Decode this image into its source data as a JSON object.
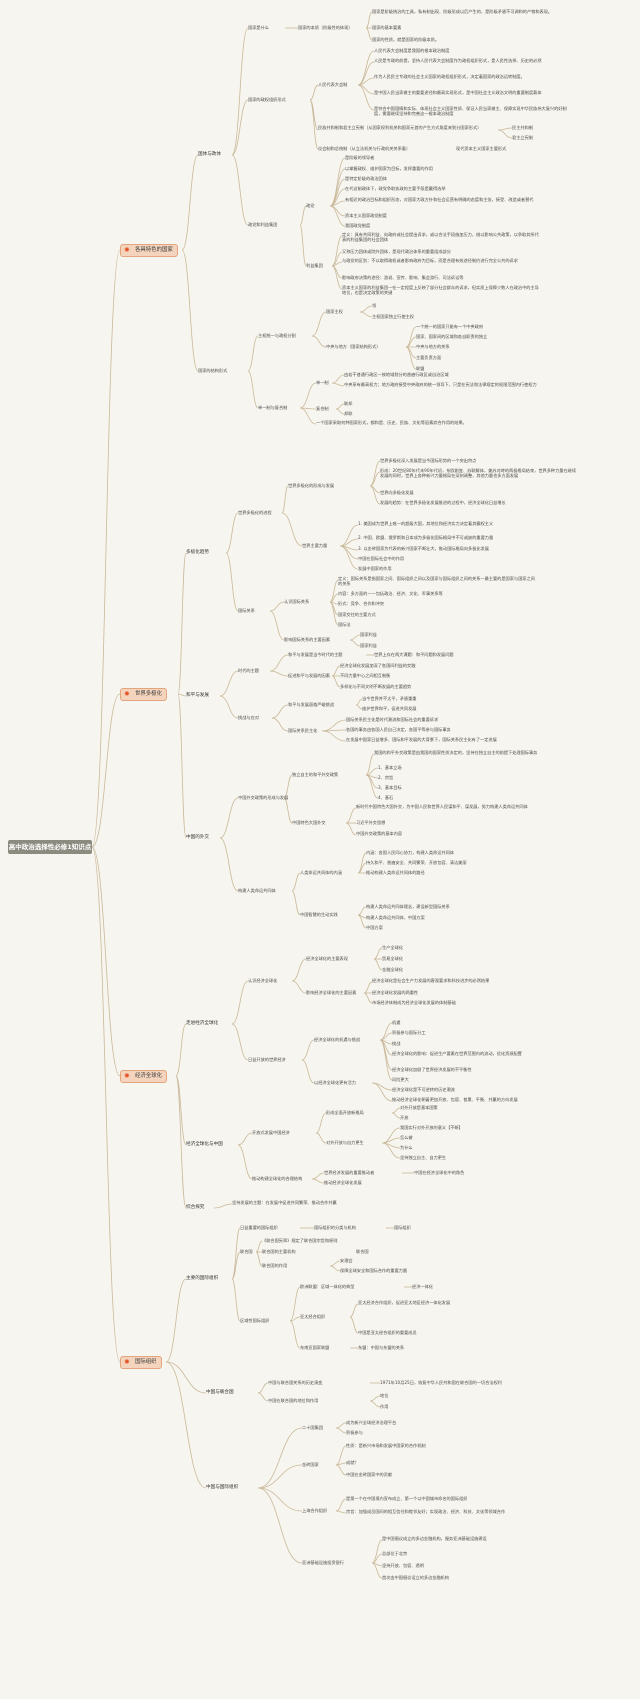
{
  "root": "高中政治选择性必修1知识点",
  "branch_icon": "star-icon",
  "colors": {
    "branch_fill": "#f4d4bd",
    "branch_border": "#e2a57d",
    "icon": "#e2572d",
    "edge": "#c9b99a",
    "root": "#8b8b80"
  },
  "branches": [
    "各具特色的国家",
    "世界多极化",
    "经济全球化",
    "国际组织"
  ],
  "s1": {
    "n1": "国体与政体",
    "n2": "国家是什么",
    "n3": "国家的本质（阶级性的体现）",
    "n4": "国家是阶级统治的工具，私有制出现、阶级形成以后产生的，是阶级矛盾不可调和的产物和表现。",
    "n5": "国家的基本要素",
    "n6": "国家的性质，就是国家的阶级本质。",
    "n7": "国家的政权组织形式",
    "n8": "人民代表大会制",
    "n9": "人民代表大会制度是我国的根本政治制度",
    "n10": "人民是专政的前提，坚持人民代表大会制度作为政权组织形式，是人民性选择、历史的必然",
    "n11": "作为人民民主专政的社会主义国家的政权组织形式，决定着国家的政治运转制度。",
    "n12": "是中国人民当家做主的重要途径和最高实现形式，是中国社会主义政治文明的重要制度载体",
    "n13": "是符合中国国情和实际、体现社会主义国家性质、保证人民当家做主、保障实现中华民族伟大复兴的好制度，需要继续坚持和完善这一根本政治制度",
    "n14": "民族共和制和君主立宪制（从国家权利机关和国家元首的产生方式角度来划分国家形式）",
    "n15": "民主共和制",
    "n16": "君主立宪制",
    "n17": "议会制和总统制（从立法机关与行政机关关系看）",
    "n18": "现代资本主义国家主要形式",
    "n19": "政党和利益集团",
    "n20": "政党",
    "n21": "是阶级的领导者",
    "n22": "以掌握政权、维护国家为目标，发挥重要的作用",
    "n23": "是特定阶级的政治团体",
    "n24": "在代议制政体下，政党争取执政的主要手段是赢得选举",
    "n25": "有相近的政治目标和组织形态，对国家大政方针和社会运营有明确的态度和主张，接受、改造或者替代",
    "n26": "资本主义国家政党制度",
    "n27": "我国政党制度",
    "n28": "利益集团",
    "n29": "定义：具有共同利益、向政府或社会提出诉求，或以合法手段施加压力，借以影响公共政策，以争取其所代表的利益集团的社会团体",
    "n30": "又称压力团体或院外团体，是现代政治体系的重要组成部分",
    "n31": "与政党的区别：不以取得政权或者影响政府为目标，而是合理有效途径制约进行完全公共的诉求",
    "n32": "影响政府决策的途径：游说、宣传、影响、集会游行、司法诉讼等",
    "n33": "资本主义国家的利益集团一在一定程度上反映了部分社会群众的诉求，但实质上保障少数人在政治中的主导地位，也是决定政策的关键",
    "n34": "国家的结构形式",
    "n35": "主权统一与政权分割",
    "n36": "国家主权",
    "n37": "领",
    "n38": "主权国家独立行使主权",
    "n39": "中央与地方（国家结构形式）",
    "n40": "一个统一的国家只能有一个中央政府",
    "n41": "国家、国家间的区域和各自职责的独立",
    "n42": "中央与地方的关系",
    "n43": "主要负责方面",
    "n44": "联盟",
    "n45": "单一制与复合制",
    "n46": "单一制",
    "n47": "由若干普通行政区一按地域划分的普遍行政区或自治区域",
    "n48": "中央享有最高权力；地方政府接受中央政府的统一领导下，只是在宪法和法律规定的权限范围内行使权力",
    "n49": "复合制",
    "n50": "联邦",
    "n51": "邦联",
    "n52": "一个国家采取何种国家形式，都和是、历史、民族、文化等因素综合作用的结果。"
  },
  "s2": {
    "a1": "多极化趋势",
    "a2": "世界多极化的进程",
    "a3": "世界多极化的形成与发展",
    "a4": "世界多极化深入发展是当今国际形势的一个突出特点",
    "a5": "形成：20世纪80年代末90年代初，东欧剧变、苏联解体，美苏对峙的两极格局结束，世界多种力量在继续发展的同时，世界上各种新兴力量格局在深刻调整，其他力量也多方面发展",
    "a6": "世界向多极化发展",
    "a7": "发展的趋势：在世界多极化发展推进的过程中，经济全球化日益增长",
    "a8": "世界主要力量",
    "a9": "1. 美国成为世界上唯一的超级大国，其地位和经济实力决定着其霸权主义",
    "a10": "2. 中国、欧盟、俄罗斯和日本成为多极化国际格局中不可或缺的重要力量",
    "a11": "3. 以金砖国家为代表的新兴国家不断壮大，推动国际格局向多极化发展",
    "a12": "中国在国际社会中的作用",
    "a13": "发展中国家的作用",
    "a14": "国际关系",
    "a15": "认识国际关系",
    "a16": "定义：国际关系是指国家之间、国际组织之间以及国家与国际组织之间的关系—最主要的是国家与国家之间的关系",
    "a17": "内容：多方面的——包括政治、经济、文化、军事关系等",
    "a18": "形式：竞争、合作和冲突",
    "a19": "国家交往的主要方式",
    "a20": "国际法",
    "a21": "影响国际关系的主要因素",
    "a22": "国家利益",
    "a23": "国家利益",
    "b1": "和平与发展",
    "b2": "时代的主题",
    "b3": "和平与发展是当今时代的主题",
    "b4": "世界上存在两大课题：和平问题和发展问题",
    "b5": "经济全球化发展加深了各国间利益的交融",
    "b6": "不同力量中心之间相互制衡",
    "b7": "促进和平与发展的因素",
    "b8": "多样化与不同文明不断发展的主要趋势",
    "b9": "挑战与应对",
    "b10": "和平与发展面临严峻挑战",
    "b11": "当今世界并不太平，矛盾重重",
    "b12": "维护世界和平，促进共同发展",
    "b13": "国际关系民主化",
    "b14": "国际关系民主化是时代潮流和国际社会的重要诉求",
    "b15": "各国的事务由各国人民自己决定，各国平等参与国际事务",
    "b16": "在发展中国家日益增多、国际和平发展的大背景下，国际关系民主化有了一定进展",
    "c1": "中国的外交",
    "c2": "中国外交政策的形成与发展",
    "c3": "独立自主的和平外交政策",
    "c4": "我国的和平外交政策是由我国的国家性质决定的，坚持在独立自主的前提下处理国际事务",
    "c5": "1、基本立场",
    "c6": "2、宗旨",
    "c7": "3、基本目标",
    "c8": "4、基石",
    "c9": "中国特色大国外交",
    "c10": "新时代中国特色大国外交，为中国人民和世界人民谋和平、谋发展，努力构建人类命运共同体",
    "c11": "习近平外交思想",
    "c12": "中国外交政策的基本内容",
    "c13": "构建人类命运共同体",
    "c14": "人类命运共同体的内涵",
    "c15": "内涵：各国人民同心协力，构建人类命运共同体",
    "c16": "持久和平、普遍安全、共同繁荣、开放包容、清洁美丽",
    "c17": "推动构建人类命运共同体的路径",
    "c18": "中国智慧的生动实践",
    "c19": "构建人类命运共同体理念，建设新型国际关系",
    "c20": "构建人类命运共同体，中国方案",
    "c21": "中国方案"
  },
  "s3": {
    "d1": "走进经济全球化",
    "d2": "认识经济全球化",
    "d3": "经济全球化的主要表现",
    "d4": "生产全球化",
    "d5": "贸易全球化",
    "d6": "金融全球化",
    "d7": "影响经济全球化的主要因素",
    "d8": "经济全球化是社会生产力发展的客观要求和科技进步的必然结果",
    "d9": "经济全球化发展的两重性",
    "d10": "市场经济体制成为经济全球化发展的体制基础",
    "d11": "日益开放的世界经济",
    "d12": "经济全球化的机遇与挑战",
    "d13": "机遇",
    "d14": "积极参与国际分工",
    "d15": "挑战",
    "d16": "经济全球化的影响：促进生产要素在世界范围内的流动，优化资源配置",
    "d17": "经济全球化加剧了世界经济发展的不平衡性",
    "d18": "风险更大",
    "d19": "以经济全球化更有活力",
    "d20": "经济全球化是不可逆转的历史潮流",
    "d21": "推动经济全球化朝着更加开放、包容、普惠、平衡、共赢的方向发展",
    "d22": "经济全球化与中国",
    "d23": "开放式发展中国经济",
    "d24": "形成全面开放新格局",
    "d25": "对外开放是基本国策",
    "d26": "开放",
    "d27": "对外开放与自力更生",
    "d28": "我国实行对外开放的意义【不断】",
    "d29": "怎么做",
    "d30": "为什么",
    "d31": "坚持独立自主、自力更生",
    "d32": "推动构建全球化的合理结构",
    "d33": "世界经济发展的重要推动者",
    "d34": "推动经济全球化发展",
    "d35": "中国在经济全球化中的角色",
    "d36": "综合探究",
    "d37": "坚持发展的主题：在发展中促进共同繁荣、推动合作共赢"
  },
  "s4": {
    "e1": "主要的国际组织",
    "e2": "日益重要的国际组织",
    "e3": "国际组织的分类与机构",
    "e4": "国际组织",
    "e5": "联合国",
    "e6": "《联合国宪章》规定了联合国宗旨和原则",
    "e7": "联合国的主要机构",
    "e8": "联合国",
    "e9": "联合国的作用",
    "e10": "安理会",
    "e11": "保障全球安全和国际合作的重要力量",
    "e12": "区域性国际组织",
    "e13": "欧洲联盟：区域一体化的典型",
    "e14": "经济一体化",
    "e15": "亚太经合组织",
    "e16": "亚太经济合作组织，促进亚太地区经济一体化发展",
    "e17": "中国是亚太经合组织的重要成员",
    "e18": "东南亚国家联盟",
    "e19": "东盟：中国与东盟的关系",
    "f1": "中国与联合国",
    "f2": "中国与联合国关系的历史演变",
    "f3": "1971年10月25日，恢复中华人民共和国在联合国的一切合法权利",
    "f4": "中国在联合国的地位和作用",
    "f5": "地位",
    "f6": "作用",
    "f7": "中国与国际组织",
    "f8": "二十国集团",
    "f9": "成为新兴全球经济治理平台",
    "f10": "积极参与",
    "f11": "金砖国家",
    "f12": "性质：是新兴市场和发展中国家的合作机制",
    "f13": "成就？",
    "f14": "中国在金砖国家中的贡献",
    "f15": "上海合作组织",
    "f16": "是第一个在中国境内宣布成立、第一个以中国城市命名的国际组织",
    "f17": "宗旨：加强成员国间的相互信任和睦邻友好；实现政治、经济、科技、文化等领域合作",
    "f18": "亚洲基础设施投资银行",
    "f19": "是中国倡议成立的多边金融机构，服务亚洲基础设施建设",
    "f20": "总部位于北京",
    "f21": "坚持开放、包容、透明",
    "f22": "首次由中国倡议设立的多边金融机构"
  }
}
